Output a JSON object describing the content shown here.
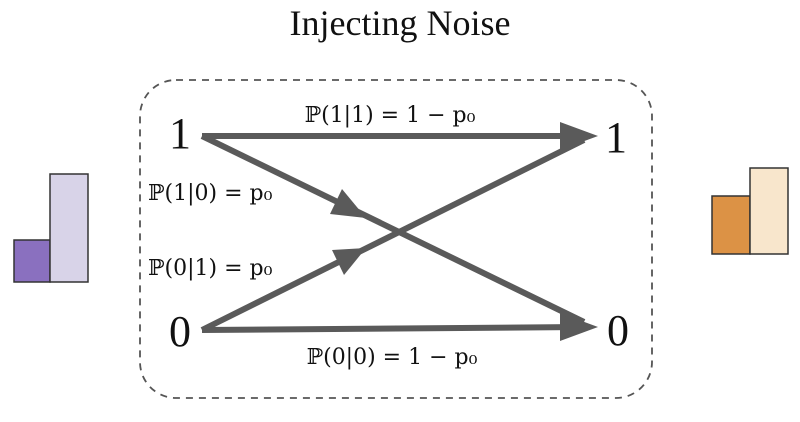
{
  "title": "Injecting Noise",
  "inputs": {
    "top": "1",
    "bottom": "0"
  },
  "outputs": {
    "top": "1",
    "bottom": "0"
  },
  "transitions": {
    "p11": "ℙ(1|1) = 1 − p₀",
    "p10": "ℙ(1|0) = p₀",
    "p01": "ℙ(0|1) = p₀",
    "p00": "ℙ(0|0) = 1 − p₀"
  },
  "colors": {
    "arrow": "#5a5a5a",
    "box_border": "#555555",
    "left_dark": "#8a70bf",
    "left_light": "#d8d3e8",
    "right_dark": "#dc9245",
    "right_light": "#f8e6cc"
  }
}
